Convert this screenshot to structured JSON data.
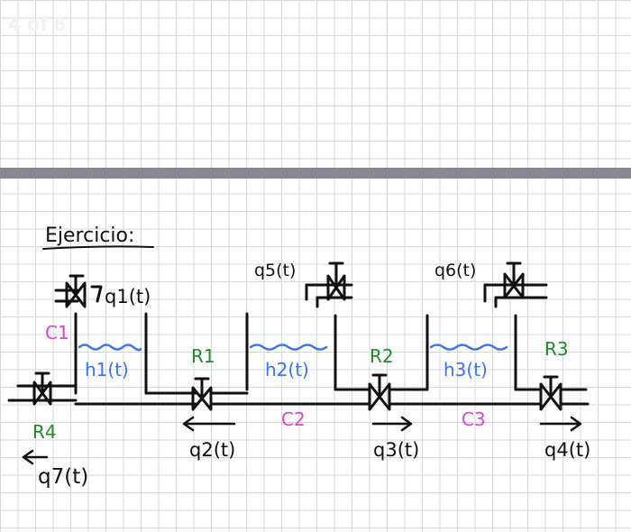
{
  "page_indicator": "4 of 6",
  "title": "Ejercicio:",
  "flows": {
    "q1": "q1(t)",
    "q2": "q2(t)",
    "q3": "q3(t)",
    "q4": "q4(t)",
    "q5": "q5(t)",
    "q6": "q6(t)",
    "q7": "q7(t)"
  },
  "heights": {
    "h1": "h1(t)",
    "h2": "h2(t)",
    "h3": "h3(t)"
  },
  "capacitances": {
    "c1": "C1",
    "c2": "C2",
    "c3": "C3"
  },
  "resistances": {
    "r1": "R1",
    "r2": "R2",
    "r3": "R3",
    "r4": "R4"
  },
  "colors": {
    "ink": "#111111",
    "water": "#3d74e6",
    "capacitance": "#e43fcf",
    "resistance": "#1f8a2a",
    "divider": "#878a8f"
  }
}
